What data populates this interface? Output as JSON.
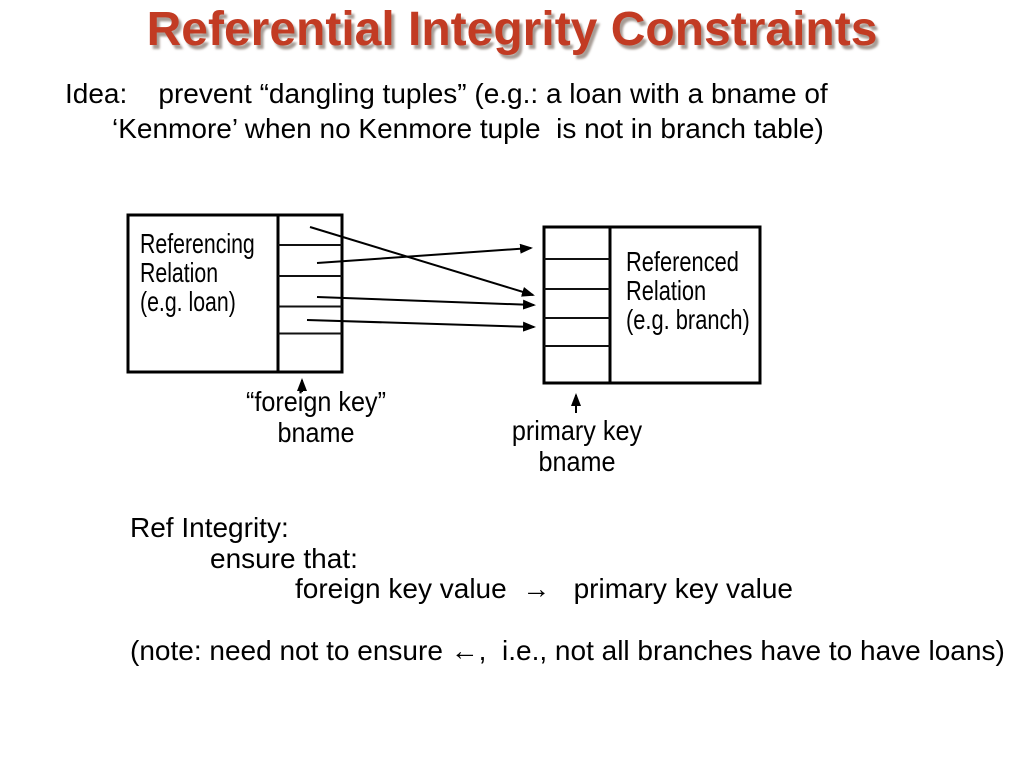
{
  "slide": {
    "title": "Referential Integrity Constraints",
    "title_color": "#c23b23",
    "idea": {
      "line1": "Idea:    prevent “dangling tuples” (e.g.: a loan with a bname of",
      "line2": "‘Kenmore’ when no Kenmore tuple  is not in branch table)"
    },
    "diagram": {
      "referencing_box": {
        "line1": "Referencing",
        "line2": "Relation",
        "line3": "(e.g. loan)"
      },
      "referenced_box": {
        "line1": "Referenced",
        "line2": "Relation",
        "line3": "(e.g. branch)"
      },
      "foreign_key_label": {
        "line1": "“foreign key”",
        "line2": "bname"
      },
      "primary_key_label": {
        "line1": "primary key",
        "line2": "bname"
      }
    },
    "ref_integrity": {
      "line1": "Ref Integrity:",
      "line2": "ensure that:",
      "line3": "foreign key value  →   primary key value",
      "note": "(note: need not to ensure ←,  i.e., not all branches have to have loans)"
    }
  }
}
